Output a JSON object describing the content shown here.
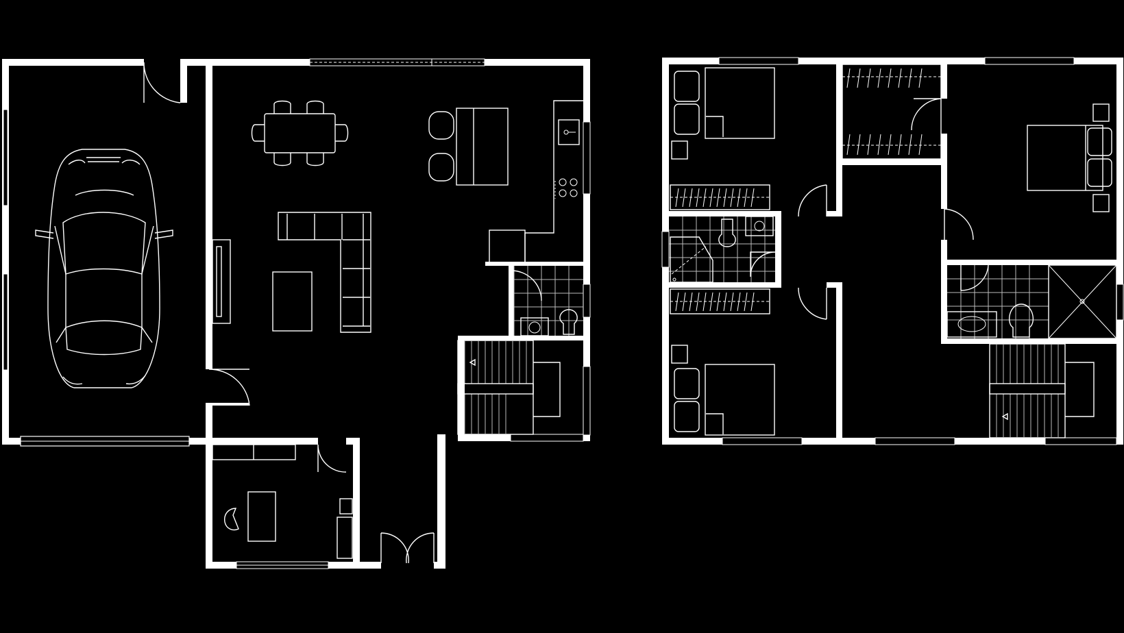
{
  "drawing": {
    "background": "#000000",
    "line_color": "#ffffff",
    "levels": [
      "ground-floor",
      "upper-floor"
    ],
    "ground_floor_rooms": [
      "garage",
      "living-dining",
      "kitchen",
      "half-bath",
      "stair",
      "study",
      "entry"
    ],
    "upper_floor_rooms": [
      "bedroom-1",
      "walk-in-closet",
      "bedroom-2",
      "bedroom-3",
      "shared-bath",
      "master-bath",
      "hall",
      "stair"
    ]
  }
}
